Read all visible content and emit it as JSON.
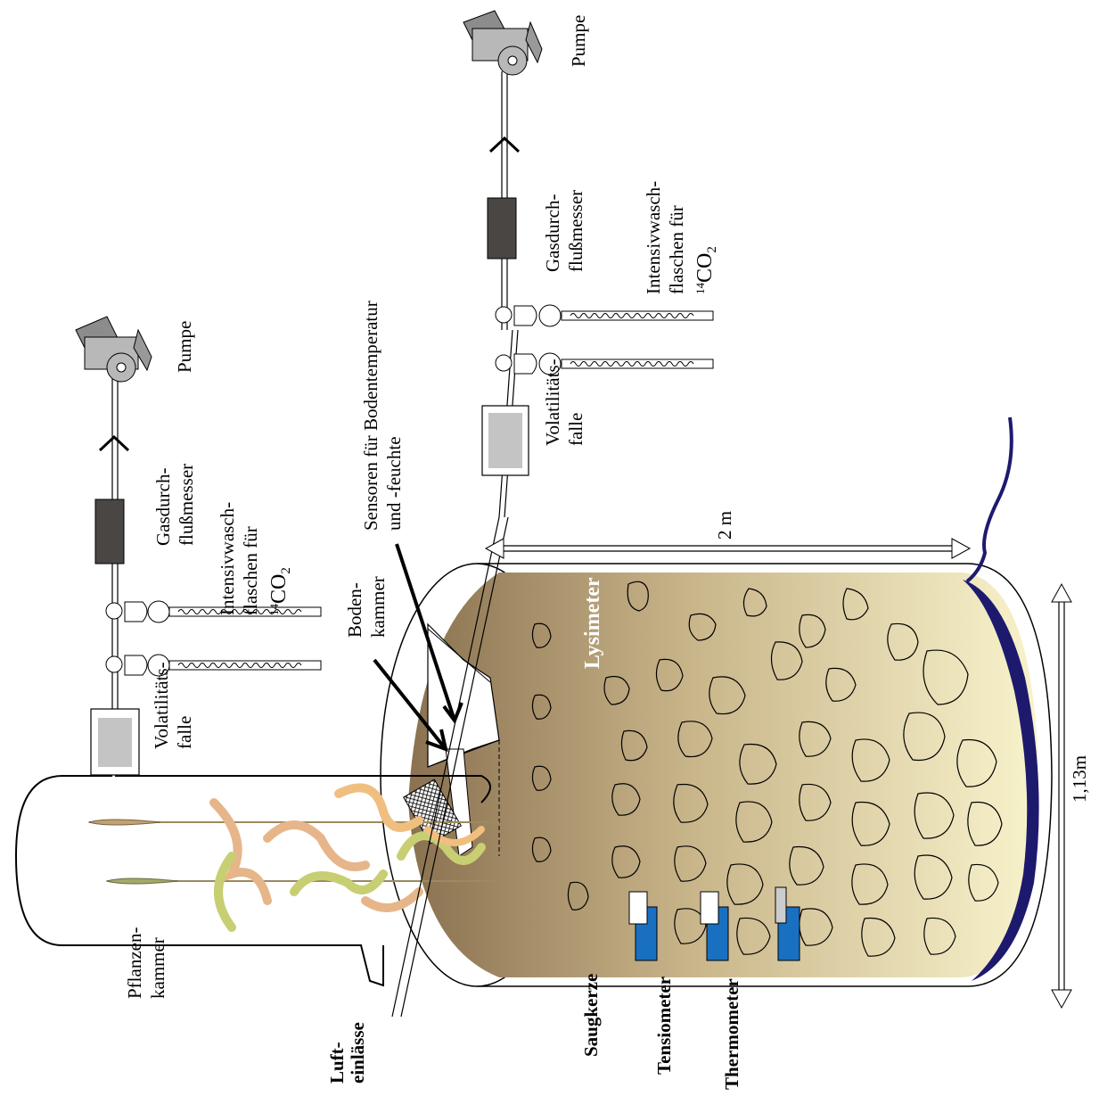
{
  "labels": {
    "pflanzenkammer_1": "Pflanzen-",
    "pflanzenkammer_2": "kammer",
    "lufteinlaesse_1": "Luft-",
    "lufteinlaesse_2": "einlässe",
    "saugkerze": "Saugkerze",
    "tensiometer": "Tensiometer",
    "thermometer": "Thermometer",
    "lysimeter": "Lysimeter",
    "bodenkammer_1": "Boden-",
    "bodenkammer_2": "kammer",
    "sensoren_1": "Sensoren für Bodentemperatur",
    "sensoren_2": "und -feuchte",
    "dim_length": "2 m",
    "dim_diameter": "1,13m"
  },
  "left_train": {
    "volatility_trap_1": "Volatilitäts-",
    "volatility_trap_2": "falle",
    "wash_bottles_1": "Intensivwasch-",
    "wash_bottles_2": "flaschen für",
    "wash_bottles_iso": "14",
    "wash_bottles_co": "CO",
    "wash_bottles_sub": "2",
    "flowmeter_1": "Gasdurch-",
    "flowmeter_2": "flußmesser",
    "pump": "Pumpe"
  },
  "right_train": {
    "volatility_trap_1": "Volatilitäts-",
    "volatility_trap_2": "falle",
    "wash_bottles_1": "Intensivwasch-",
    "wash_bottles_2": "flaschen für",
    "wash_bottles_iso": "14",
    "wash_bottles_co": "CO",
    "wash_bottles_sub": "2",
    "flowmeter_1": "Gasdurch-",
    "flowmeter_2": "flußmesser",
    "pump": "Pumpe"
  },
  "colors": {
    "soil_dark": "#8a7150",
    "soil_light": "#f6f0c4",
    "water_table": "#1d1a6e",
    "probe_blue": "#1a70c0",
    "flowmeter": "#4a4644",
    "trap_fill": "#c4c4c4",
    "pump_gray": "#8c8c8c"
  }
}
